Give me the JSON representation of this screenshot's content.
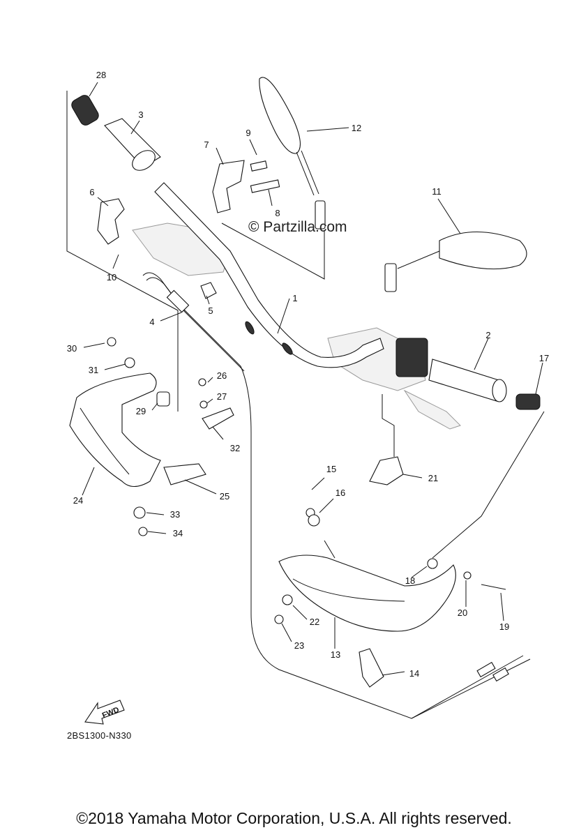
{
  "watermark": "© Partzilla.com",
  "fwd_label": "FWD",
  "diagram_code": "2BS1300-N330",
  "copyright": "©2018 Yamaha Motor Corporation, U.S.A. All rights reserved.",
  "labels": {
    "p1": "1",
    "p2": "2",
    "p3": "3",
    "p4": "4",
    "p5": "5",
    "p6": "6",
    "p7": "7",
    "p8": "8",
    "p9": "9",
    "p10": "10",
    "p11": "11",
    "p12": "12",
    "p13": "13",
    "p14": "14",
    "p15": "15",
    "p16": "16",
    "p17": "17",
    "p18": "18",
    "p19": "19",
    "p20": "20",
    "p21": "21",
    "p22": "22",
    "p23": "23",
    "p24": "24",
    "p25": "25",
    "p26": "26",
    "p27": "27",
    "p28": "28",
    "p29": "29",
    "p30": "30",
    "p31": "31",
    "p32": "32",
    "p33": "33",
    "p34": "34"
  }
}
